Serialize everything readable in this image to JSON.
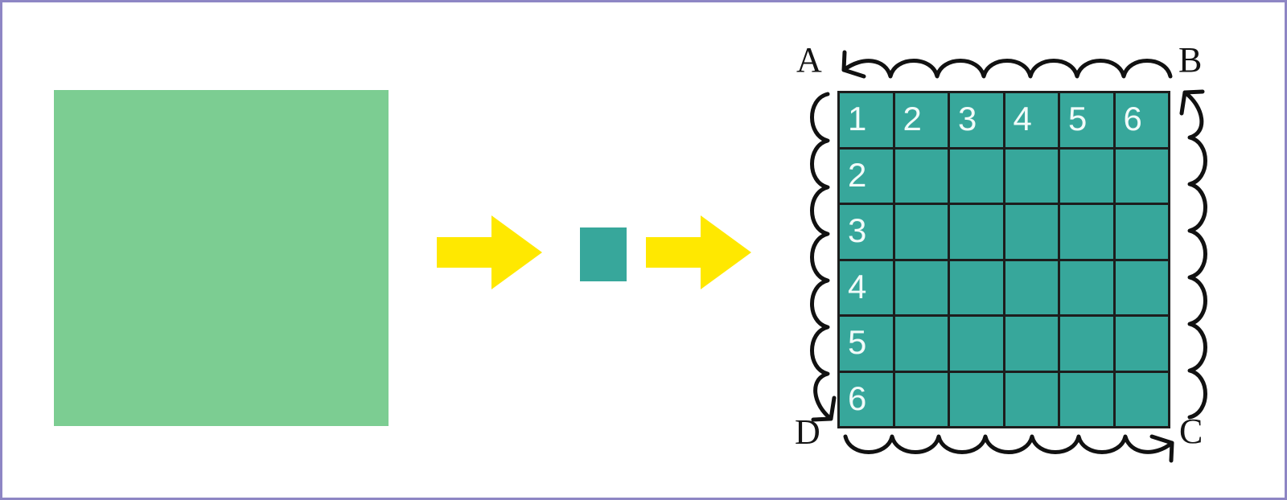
{
  "page": {
    "background_color": "#ffffff",
    "border_color": "#8e86c4"
  },
  "colors": {
    "green": "#7ccd92",
    "teal": "#37a79b",
    "yellow": "#ffe800",
    "stroke": "#1d1d1d",
    "number_text": "#f2fbfa"
  },
  "shapes": {
    "green_square_name": "large-green-square",
    "small_teal_square_name": "small-teal-square"
  },
  "arrows": {
    "arrow_1_label": "transform-arrow-1",
    "arrow_2_label": "transform-arrow-2"
  },
  "grid": {
    "rows": 6,
    "columns": 6,
    "top_row_labels": [
      "1",
      "2",
      "3",
      "4",
      "5",
      "6"
    ],
    "left_column_labels": [
      "1",
      "2",
      "3",
      "4",
      "5",
      "6"
    ],
    "cells": [
      [
        "1",
        "2",
        "3",
        "4",
        "5",
        "6"
      ],
      [
        "2",
        "",
        "",
        "",
        "",
        ""
      ],
      [
        "3",
        "",
        "",
        "",
        "",
        ""
      ],
      [
        "4",
        "",
        "",
        "",
        "",
        ""
      ],
      [
        "5",
        "",
        "",
        "",
        "",
        ""
      ],
      [
        "6",
        "",
        "",
        "",
        "",
        ""
      ]
    ]
  },
  "corner_labels": {
    "top_left": "A",
    "top_right": "B",
    "bottom_right": "C",
    "bottom_left": "D"
  },
  "annotations": {
    "top_arc": "scalloped-arrow-top-right-to-left",
    "right_arc": "scalloped-arrow-right-bottom-to-top",
    "bottom_arc": "scalloped-arrow-bottom-left-to-right",
    "left_arc": "scalloped-arrow-left-top-to-bottom"
  }
}
